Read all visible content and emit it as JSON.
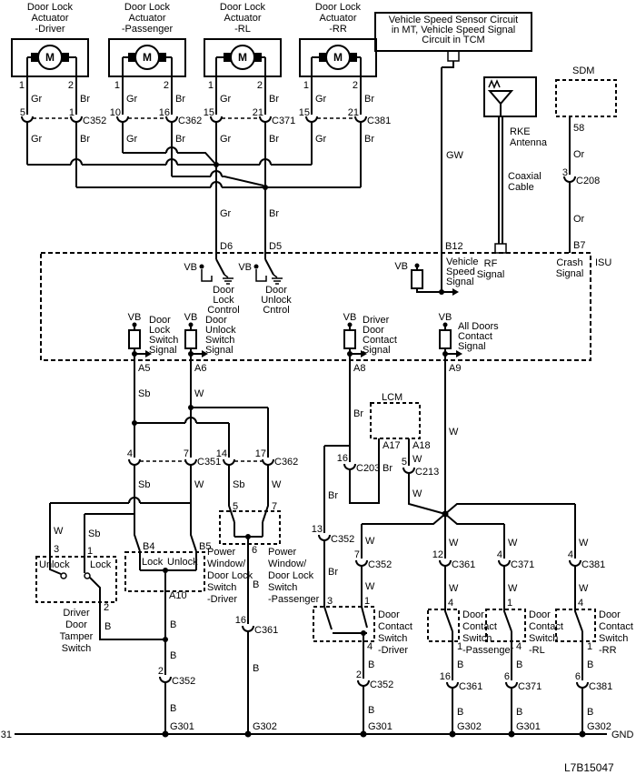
{
  "diagram": {
    "code": "L7B15047"
  },
  "wire": {
    "gr": "Gr",
    "br": "Br",
    "sb": "Sb",
    "w": "W",
    "b": "B",
    "gw": "GW",
    "or": "Or"
  },
  "pin": {
    "n1": "1",
    "n2": "2",
    "n3": "3",
    "n4": "4",
    "n5": "5",
    "n6": "6",
    "n7": "7",
    "n10": "10",
    "n12": "12",
    "n13": "13",
    "n14": "14",
    "n15": "15",
    "n16": "16",
    "n17": "17",
    "n21": "21",
    "n31": "31",
    "n58": "58",
    "a5": "A5",
    "a6": "A6",
    "a8": "A8",
    "a9": "A9",
    "a10": "A10",
    "a17": "A17",
    "a18": "A18",
    "b4": "B4",
    "b5": "B5",
    "b7": "B7",
    "b12": "B12",
    "d5": "D5",
    "d6": "D6"
  },
  "conn": {
    "c203": "C203",
    "c208": "C208",
    "c213": "C213",
    "c351": "C351",
    "c352": "C352",
    "c361": "C361",
    "c362": "C362",
    "c371": "C371",
    "c381": "C381"
  },
  "gnd": {
    "g301": "G301",
    "g302": "G302",
    "gnd": "GND",
    "vb": "VB"
  },
  "mod": {
    "isu": "ISU",
    "lcm": "LCM",
    "sdm": "SDM",
    "motor": "M"
  },
  "txt": {
    "door_lock": "Door Lock",
    "actuator": "Actuator",
    "driver": "-Driver",
    "passenger": "-Passenger",
    "rl": "-RL",
    "rr": "-RR",
    "vss1": "Vehicle Speed Sensor Circuit",
    "vss2": "in MT, Vehicle Speed Signal",
    "vss3": "Circuit in TCM",
    "rke": "RKE",
    "antenna": "Antenna",
    "coaxial": "Coaxial",
    "cable": "Cable",
    "door": "Door",
    "lock": "Lock",
    "unlock": "Unlock",
    "control": "Control",
    "cntrol": "Cntrol",
    "switch": "Switch",
    "signal": "Signal",
    "contact": "Contact",
    "vehicle": "Vehicle",
    "speed": "Speed",
    "rf": "RF",
    "crash": "Crash",
    "all_doors": "All Doors",
    "drv": "Driver",
    "tamper": "Tamper",
    "power": "Power",
    "window": "Window/"
  }
}
